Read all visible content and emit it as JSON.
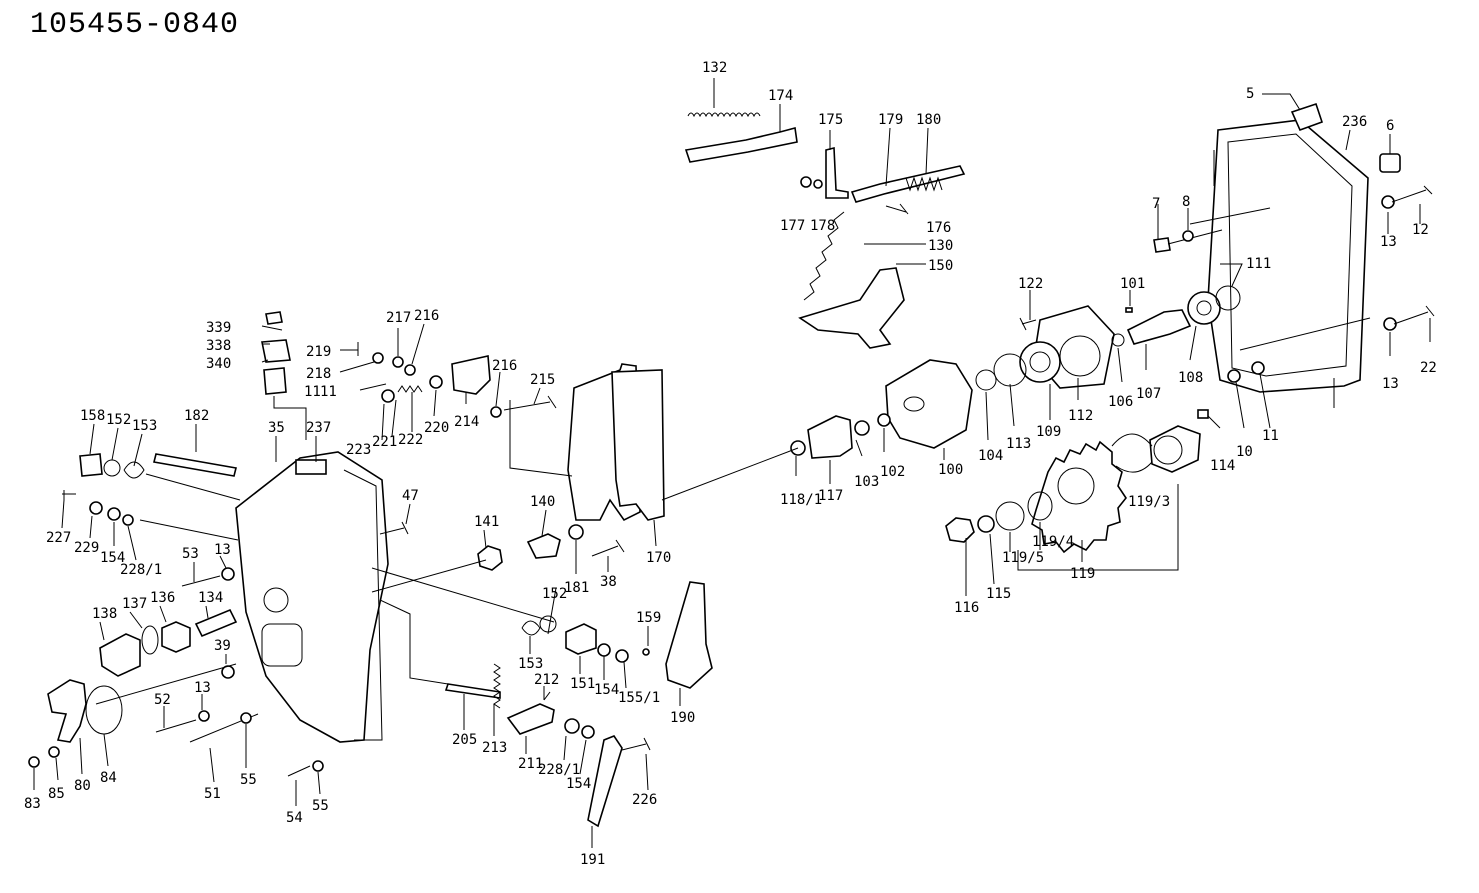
{
  "header": {
    "part_number": "105455-0840"
  },
  "callouts": [
    {
      "id": "c132",
      "text": "132"
    },
    {
      "id": "c174",
      "text": "174"
    },
    {
      "id": "c175",
      "text": "175"
    },
    {
      "id": "c179",
      "text": "179"
    },
    {
      "id": "c180",
      "text": "180"
    },
    {
      "id": "c177",
      "text": "177"
    },
    {
      "id": "c178",
      "text": "178"
    },
    {
      "id": "c176",
      "text": "176"
    },
    {
      "id": "c130",
      "text": "130"
    },
    {
      "id": "c150",
      "text": "150"
    },
    {
      "id": "c5",
      "text": "5"
    },
    {
      "id": "c236",
      "text": "236"
    },
    {
      "id": "c6",
      "text": "6"
    },
    {
      "id": "c7",
      "text": "7"
    },
    {
      "id": "c8",
      "text": "8"
    },
    {
      "id": "c13a",
      "text": "13"
    },
    {
      "id": "c12",
      "text": "12"
    },
    {
      "id": "c122",
      "text": "122"
    },
    {
      "id": "c101",
      "text": "101"
    },
    {
      "id": "c111a",
      "text": "111"
    },
    {
      "id": "c22",
      "text": "22"
    },
    {
      "id": "c13b",
      "text": "13"
    },
    {
      "id": "c112",
      "text": "112"
    },
    {
      "id": "c106",
      "text": "106"
    },
    {
      "id": "c107",
      "text": "107"
    },
    {
      "id": "c108",
      "text": "108"
    },
    {
      "id": "c109",
      "text": "109"
    },
    {
      "id": "c113",
      "text": "113"
    },
    {
      "id": "c104",
      "text": "104"
    },
    {
      "id": "c10",
      "text": "10"
    },
    {
      "id": "c11a",
      "text": "11"
    },
    {
      "id": "c114",
      "text": "114"
    },
    {
      "id": "c100",
      "text": "100"
    },
    {
      "id": "c102",
      "text": "102"
    },
    {
      "id": "c103",
      "text": "103"
    },
    {
      "id": "c117",
      "text": "117"
    },
    {
      "id": "c118_1",
      "text": "118/1"
    },
    {
      "id": "c119_3",
      "text": "119/3"
    },
    {
      "id": "c119_4",
      "text": "119/4"
    },
    {
      "id": "c119_5",
      "text": "119/5"
    },
    {
      "id": "c119",
      "text": "119"
    },
    {
      "id": "c115",
      "text": "115"
    },
    {
      "id": "c116",
      "text": "116"
    },
    {
      "id": "c339",
      "text": "339"
    },
    {
      "id": "c338",
      "text": "338"
    },
    {
      "id": "c340",
      "text": "340"
    },
    {
      "id": "c219",
      "text": "219"
    },
    {
      "id": "c218",
      "text": "218"
    },
    {
      "id": "c11b",
      "text": "11"
    },
    {
      "id": "c217",
      "text": "217"
    },
    {
      "id": "c216a",
      "text": "216"
    },
    {
      "id": "c216b",
      "text": "216"
    },
    {
      "id": "c215",
      "text": "215"
    },
    {
      "id": "c214",
      "text": "214"
    },
    {
      "id": "c220",
      "text": "220"
    },
    {
      "id": "c222",
      "text": "222"
    },
    {
      "id": "c221",
      "text": "221"
    },
    {
      "id": "c223",
      "text": "223"
    },
    {
      "id": "c158",
      "text": "158"
    },
    {
      "id": "c152a",
      "text": "152"
    },
    {
      "id": "c153a",
      "text": "153"
    },
    {
      "id": "c182",
      "text": "182"
    },
    {
      "id": "c35",
      "text": "35"
    },
    {
      "id": "c237",
      "text": "237"
    },
    {
      "id": "c47",
      "text": "47"
    },
    {
      "id": "c227",
      "text": "227"
    },
    {
      "id": "c229",
      "text": "229"
    },
    {
      "id": "c154a",
      "text": "154"
    },
    {
      "id": "c228_1a",
      "text": "228/1"
    },
    {
      "id": "c53",
      "text": "53"
    },
    {
      "id": "c13c",
      "text": "13"
    },
    {
      "id": "c138",
      "text": "138"
    },
    {
      "id": "c137",
      "text": "137"
    },
    {
      "id": "c136",
      "text": "136"
    },
    {
      "id": "c134",
      "text": "134"
    },
    {
      "id": "c39",
      "text": "39"
    },
    {
      "id": "c13d",
      "text": "13"
    },
    {
      "id": "c52",
      "text": "52"
    },
    {
      "id": "c51",
      "text": "51"
    },
    {
      "id": "c55a",
      "text": "55"
    },
    {
      "id": "c54",
      "text": "54"
    },
    {
      "id": "c55b",
      "text": "55"
    },
    {
      "id": "c83",
      "text": "83"
    },
    {
      "id": "c85",
      "text": "85"
    },
    {
      "id": "c80",
      "text": "80"
    },
    {
      "id": "c84",
      "text": "84"
    },
    {
      "id": "c141",
      "text": "141"
    },
    {
      "id": "c140",
      "text": "140"
    },
    {
      "id": "c181",
      "text": "181"
    },
    {
      "id": "c38",
      "text": "38"
    },
    {
      "id": "c170",
      "text": "170"
    },
    {
      "id": "c152b",
      "text": "152"
    },
    {
      "id": "c153b",
      "text": "153"
    },
    {
      "id": "c151",
      "text": "151"
    },
    {
      "id": "c154b",
      "text": "154"
    },
    {
      "id": "c155_1",
      "text": "155/1"
    },
    {
      "id": "c159",
      "text": "159"
    },
    {
      "id": "c190",
      "text": "190"
    },
    {
      "id": "c212",
      "text": "212"
    },
    {
      "id": "c205",
      "text": "205"
    },
    {
      "id": "c213",
      "text": "213"
    },
    {
      "id": "c211",
      "text": "211"
    },
    {
      "id": "c228_1b",
      "text": "228/1"
    },
    {
      "id": "c154c",
      "text": "154"
    },
    {
      "id": "c226",
      "text": "226"
    },
    {
      "id": "c191",
      "text": "191"
    },
    {
      "id": "c111b",
      "text": "11"
    }
  ]
}
